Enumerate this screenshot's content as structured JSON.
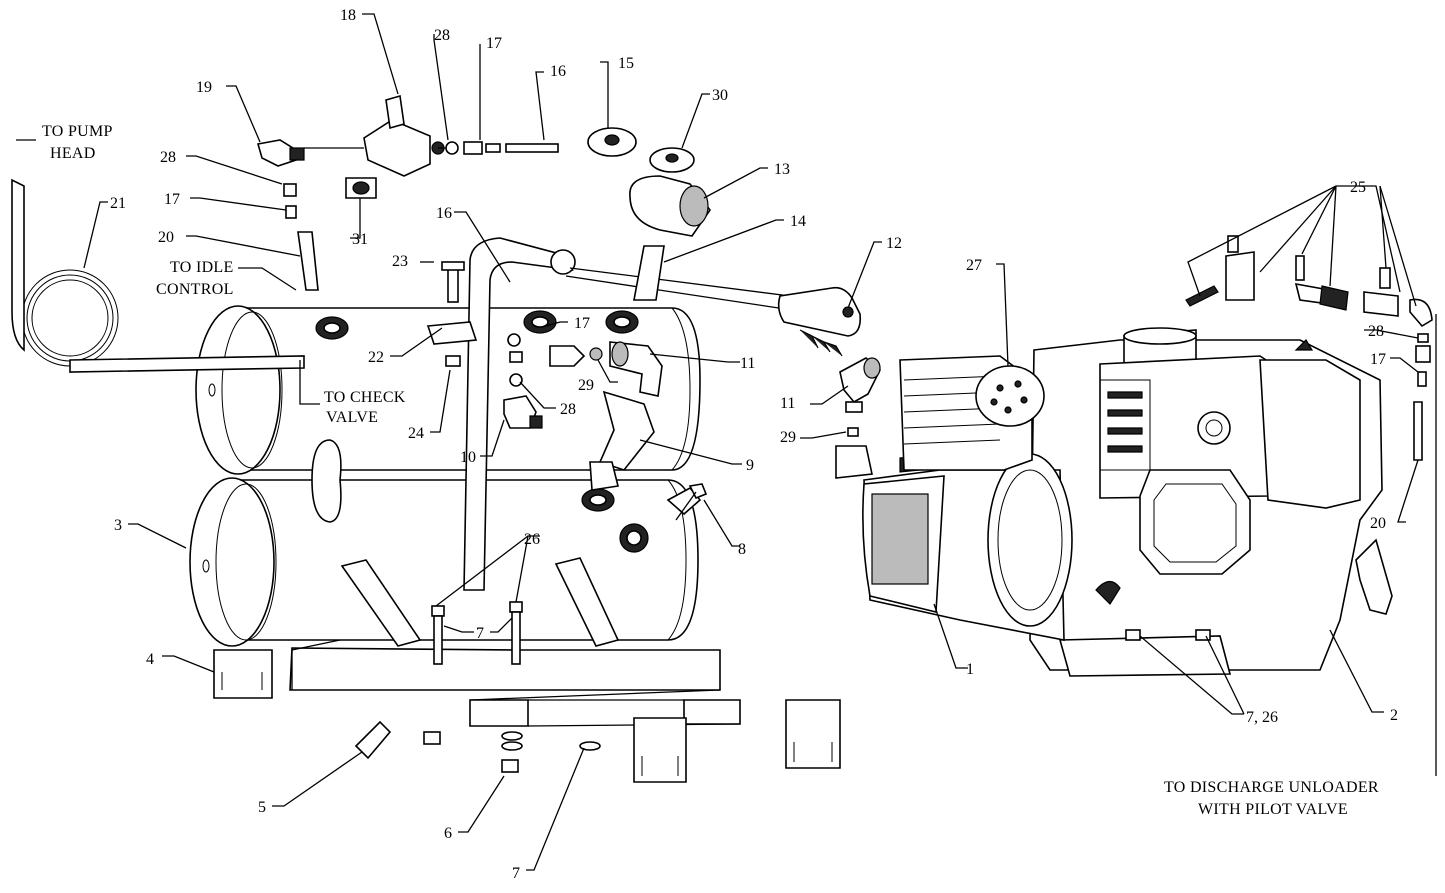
{
  "callouts": [
    {
      "id": "c18",
      "label": "18"
    },
    {
      "id": "c28a",
      "label": "28"
    },
    {
      "id": "c17a",
      "label": "17"
    },
    {
      "id": "c16a",
      "label": "16"
    },
    {
      "id": "c15",
      "label": "15"
    },
    {
      "id": "c30",
      "label": "30"
    },
    {
      "id": "c19",
      "label": "19"
    },
    {
      "id": "c28b",
      "label": "28"
    },
    {
      "id": "c17b",
      "label": "17"
    },
    {
      "id": "c21",
      "label": "21"
    },
    {
      "id": "c20a",
      "label": "20"
    },
    {
      "id": "c31",
      "label": "31"
    },
    {
      "id": "c13",
      "label": "13"
    },
    {
      "id": "c14",
      "label": "14"
    },
    {
      "id": "c16b",
      "label": "16"
    },
    {
      "id": "c23",
      "label": "23"
    },
    {
      "id": "c12",
      "label": "12"
    },
    {
      "id": "c27",
      "label": "27"
    },
    {
      "id": "c25",
      "label": "25"
    },
    {
      "id": "c17c",
      "label": "17"
    },
    {
      "id": "c22",
      "label": "22"
    },
    {
      "id": "c11a",
      "label": "11"
    },
    {
      "id": "c29a",
      "label": "29"
    },
    {
      "id": "c28c",
      "label": "28"
    },
    {
      "id": "c24",
      "label": "24"
    },
    {
      "id": "c10",
      "label": "10"
    },
    {
      "id": "c9",
      "label": "9"
    },
    {
      "id": "c11b",
      "label": "11"
    },
    {
      "id": "c29b",
      "label": "29"
    },
    {
      "id": "c28d",
      "label": "28"
    },
    {
      "id": "c17d",
      "label": "17"
    },
    {
      "id": "c3",
      "label": "3"
    },
    {
      "id": "c26",
      "label": "26"
    },
    {
      "id": "c8",
      "label": "8"
    },
    {
      "id": "c7a",
      "label": "7"
    },
    {
      "id": "c20b",
      "label": "20"
    },
    {
      "id": "c4",
      "label": "4"
    },
    {
      "id": "c1",
      "label": "1"
    },
    {
      "id": "c7b",
      "label": "7, 26"
    },
    {
      "id": "c2",
      "label": "2"
    },
    {
      "id": "c5",
      "label": "5"
    },
    {
      "id": "c6",
      "label": "6"
    },
    {
      "id": "c7c",
      "label": "7"
    }
  ],
  "notes": {
    "pump_head": [
      "TO PUMP",
      "HEAD"
    ],
    "idle_control": [
      "TO IDLE",
      "CONTROL"
    ],
    "check_valve": [
      "TO CHECK",
      "VALVE"
    ],
    "discharge_unloader": [
      "TO DISCHARGE UNLOADER",
      "WITH PILOT VALVE"
    ]
  }
}
